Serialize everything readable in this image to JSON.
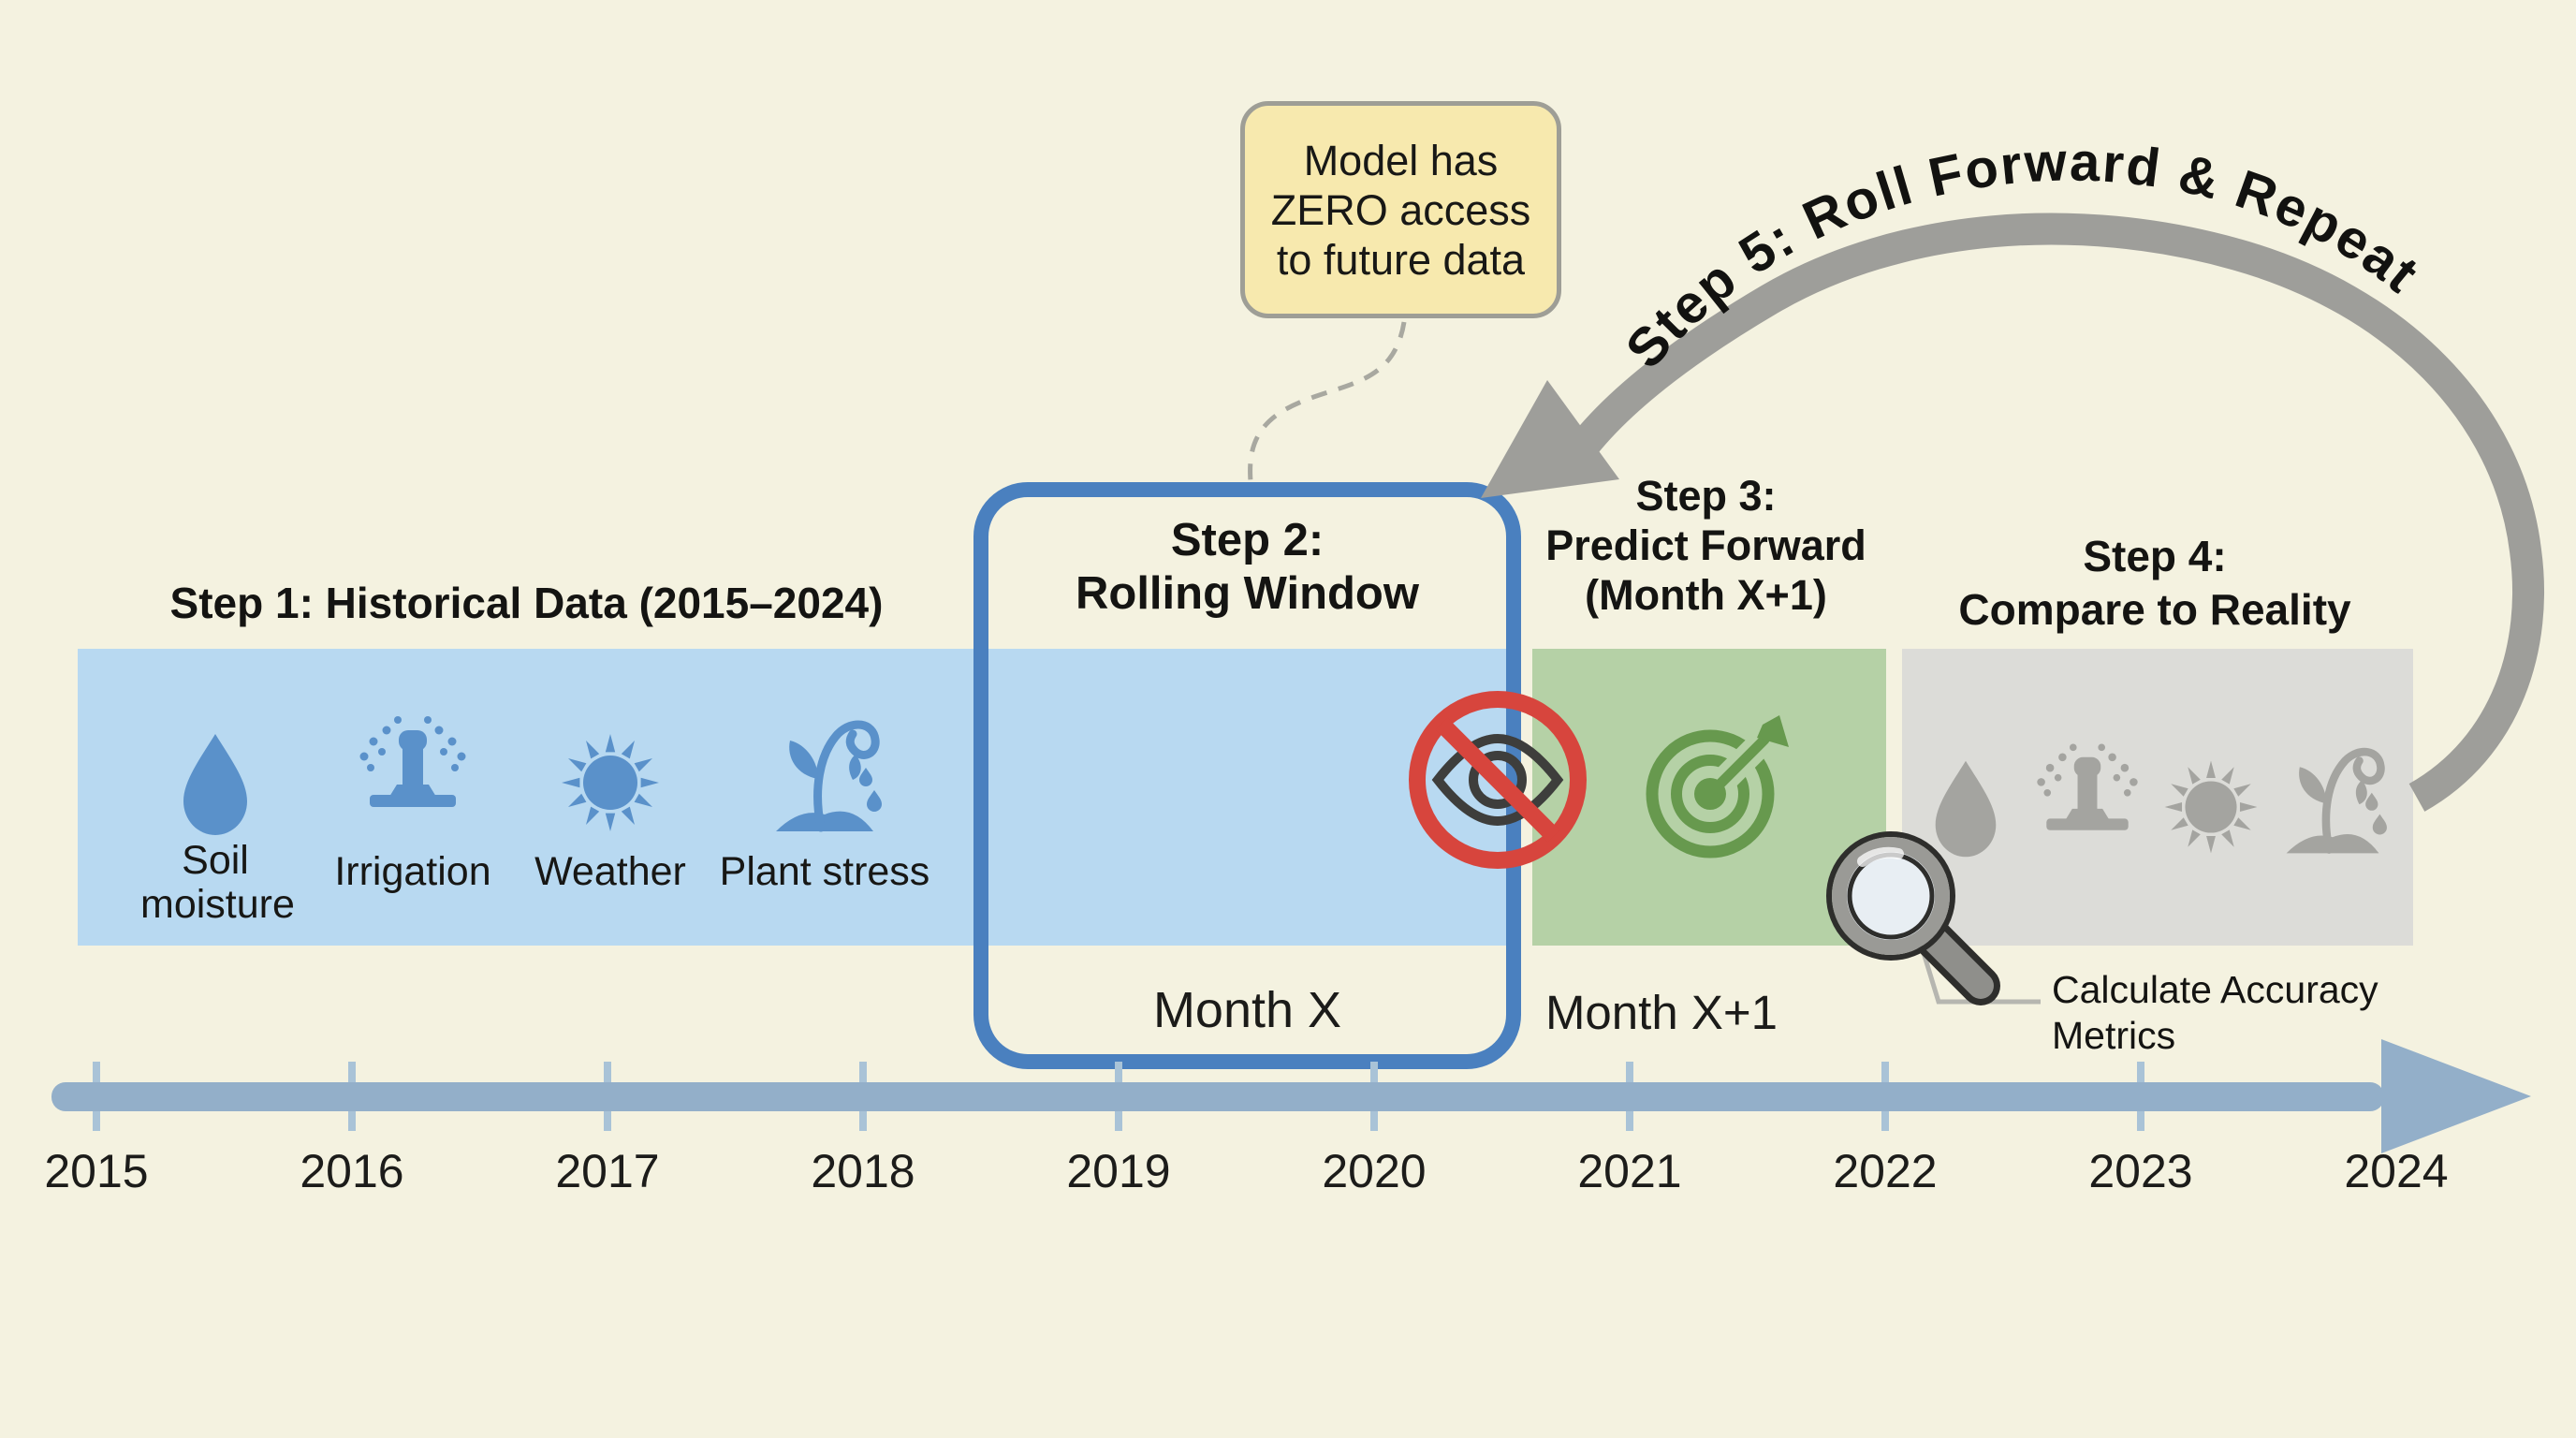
{
  "title": "Rolling window validation timeline diagram",
  "callout": {
    "text": "Model has\nZERO access\nto future data",
    "bg": "#f7e9ae",
    "border": "#9e9e96"
  },
  "step5": {
    "label": "Step 5: Roll Forward & Repeat",
    "arrow_color": "#9e9e9a"
  },
  "step1": {
    "title": "Step 1: Historical Data (2015–2024)",
    "band_color": "#b8d9f1",
    "icon_color": "#5a91ca",
    "items": [
      {
        "icon": "droplet-icon",
        "label": "Soil moisture"
      },
      {
        "icon": "sprinkler-icon",
        "label": "Irrigation"
      },
      {
        "icon": "sun-icon",
        "label": "Weather"
      },
      {
        "icon": "wilting-plant-icon",
        "label": "Plant stress"
      }
    ]
  },
  "step2": {
    "title": "Step 2:\nRolling Window",
    "month_label": "Month X",
    "border_color": "#4a80bf",
    "no_peek_icon": "eye-prohibited-icon",
    "prohibit_red": "#d7453d"
  },
  "step3": {
    "title": "Step 3:\nPredict Forward\n(Month X+1)",
    "month_label": "Month X+1",
    "band_color": "#b5d1a6",
    "target_icon": "target-dart-icon",
    "target_color": "#67994e"
  },
  "step4": {
    "title": "Step 4:\nCompare to Reality",
    "band_color": "#dcdcd8",
    "icon_color": "#a4a4a0",
    "icons": [
      "droplet-icon",
      "sprinkler-icon",
      "sun-icon",
      "wilting-plant-icon"
    ],
    "note": "Calculate Accuracy\nMetrics",
    "note_icon": "magnifier-icon"
  },
  "timeline": {
    "years": [
      "2015",
      "2016",
      "2017",
      "2018",
      "2019",
      "2020",
      "2021",
      "2022",
      "2023",
      "2024"
    ],
    "bar_color": "#93afc9",
    "tick_color": "#a9c3d7"
  },
  "colors": {
    "background": "#f4f2e0",
    "band_blue": "#b8d9f1",
    "band_green": "#b5d1a6",
    "band_gray": "#dcdcd8",
    "box_border_blue": "#4a80bf",
    "icon_blue": "#5a91ca",
    "icon_gray": "#a4a4a0",
    "target_green": "#67994e",
    "prohibit_red": "#d7453d",
    "eye_dark": "#3e3e3c",
    "arrow_gray": "#9e9e9a",
    "timeline_blue": "#93afc9",
    "tick_blue": "#a9c3d7"
  }
}
